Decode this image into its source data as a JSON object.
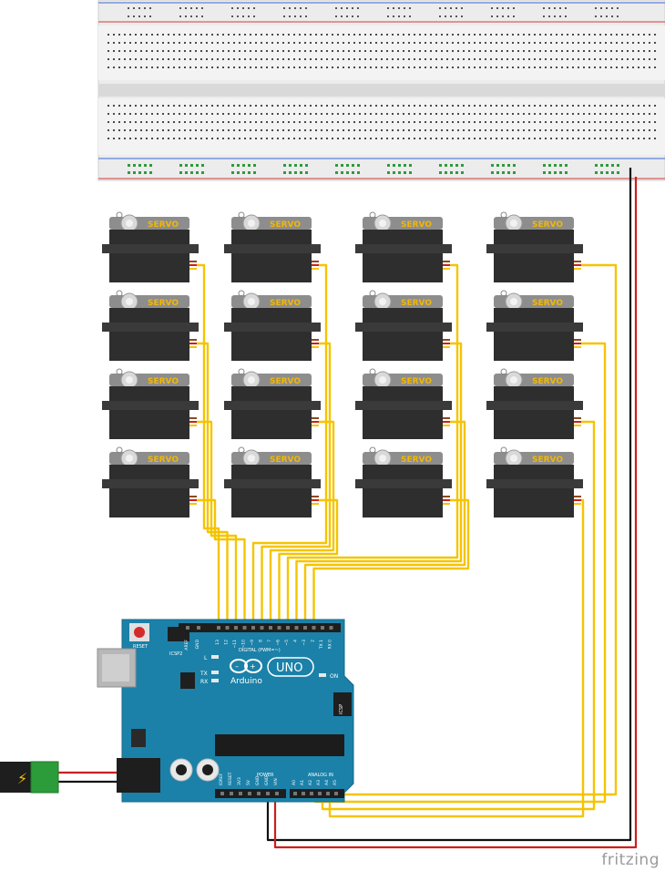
{
  "servo": {
    "label": "SERVO",
    "count": 16,
    "rows": 4,
    "cols": 4,
    "body_color": "#2e2e2e",
    "label_color": "#f2b705"
  },
  "breadboard": {
    "top_rail_colors": [
      "#3a6ad6",
      "#d63a3a"
    ],
    "green_hole_color": "#2e9b3b"
  },
  "arduino": {
    "board_color": "#1b81a8",
    "logo_text": "Arduino",
    "model": "UNO",
    "reset_label": "RESET",
    "icsp2_label": "ICSP2",
    "icsp_label": "ICSP",
    "on_label": "ON",
    "led_labels": [
      "L",
      "TX",
      "RX"
    ],
    "digital_header_label": "DIGITAL (PWM=~)",
    "power_label": "POWER",
    "analog_label": "ANALOG IN",
    "aref_label": "AREF",
    "gnd_label": "GND",
    "digital_pins": [
      "13",
      "12",
      "~11",
      "~10",
      "~9",
      "8",
      "7",
      "~6",
      "~5",
      "4",
      "~3",
      "2",
      "TX 1",
      "RX 0"
    ],
    "power_pins": [
      "IOREF",
      "RESET",
      "3V3",
      "5V",
      "GND",
      "GND",
      "VIN"
    ],
    "analog_pins": [
      "A0",
      "A1",
      "A2",
      "A3",
      "A4",
      "A5"
    ]
  },
  "power_jack": {
    "symbol": "⚡"
  },
  "wire_colors": {
    "signal": "#f5c400",
    "power": "#cc1f1f",
    "ground": "#111111"
  },
  "watermark": "fritzing"
}
